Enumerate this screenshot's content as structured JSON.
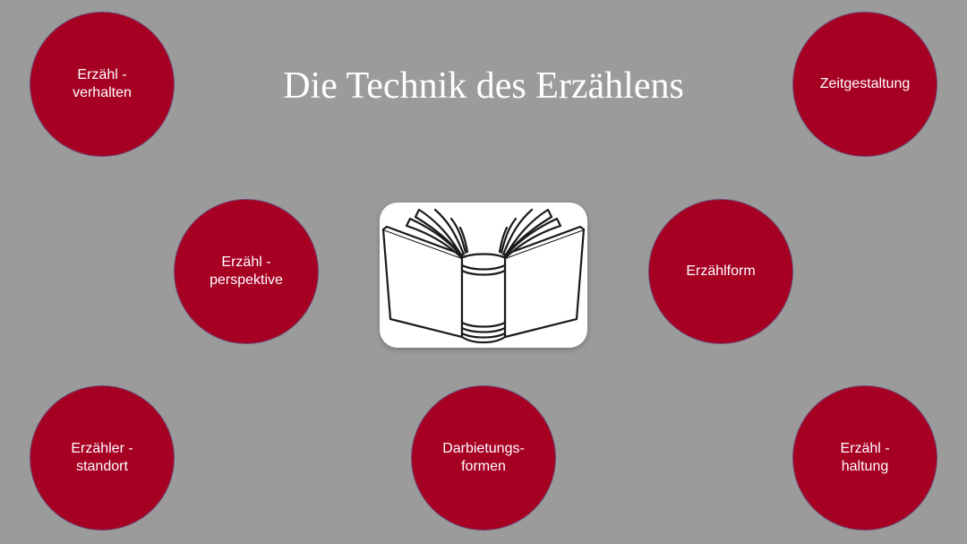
{
  "title": "Die Technik des Erzählens",
  "colors": {
    "background": "#9b9b9b",
    "node_fill": "#a60023",
    "text": "#ffffff"
  },
  "center_icon": "open-book-icon",
  "nodes": {
    "verhalten": "Erzähl -\nverhalten",
    "zeitgestaltung": "Zeitgestaltung",
    "perspektive": "Erzähl -\nperspektive",
    "form": "Erzählform",
    "standort": "Erzähler -\nstandort",
    "darbietung": "Darbietungs-\nformen",
    "haltung": "Erzähl -\nhaltung"
  }
}
